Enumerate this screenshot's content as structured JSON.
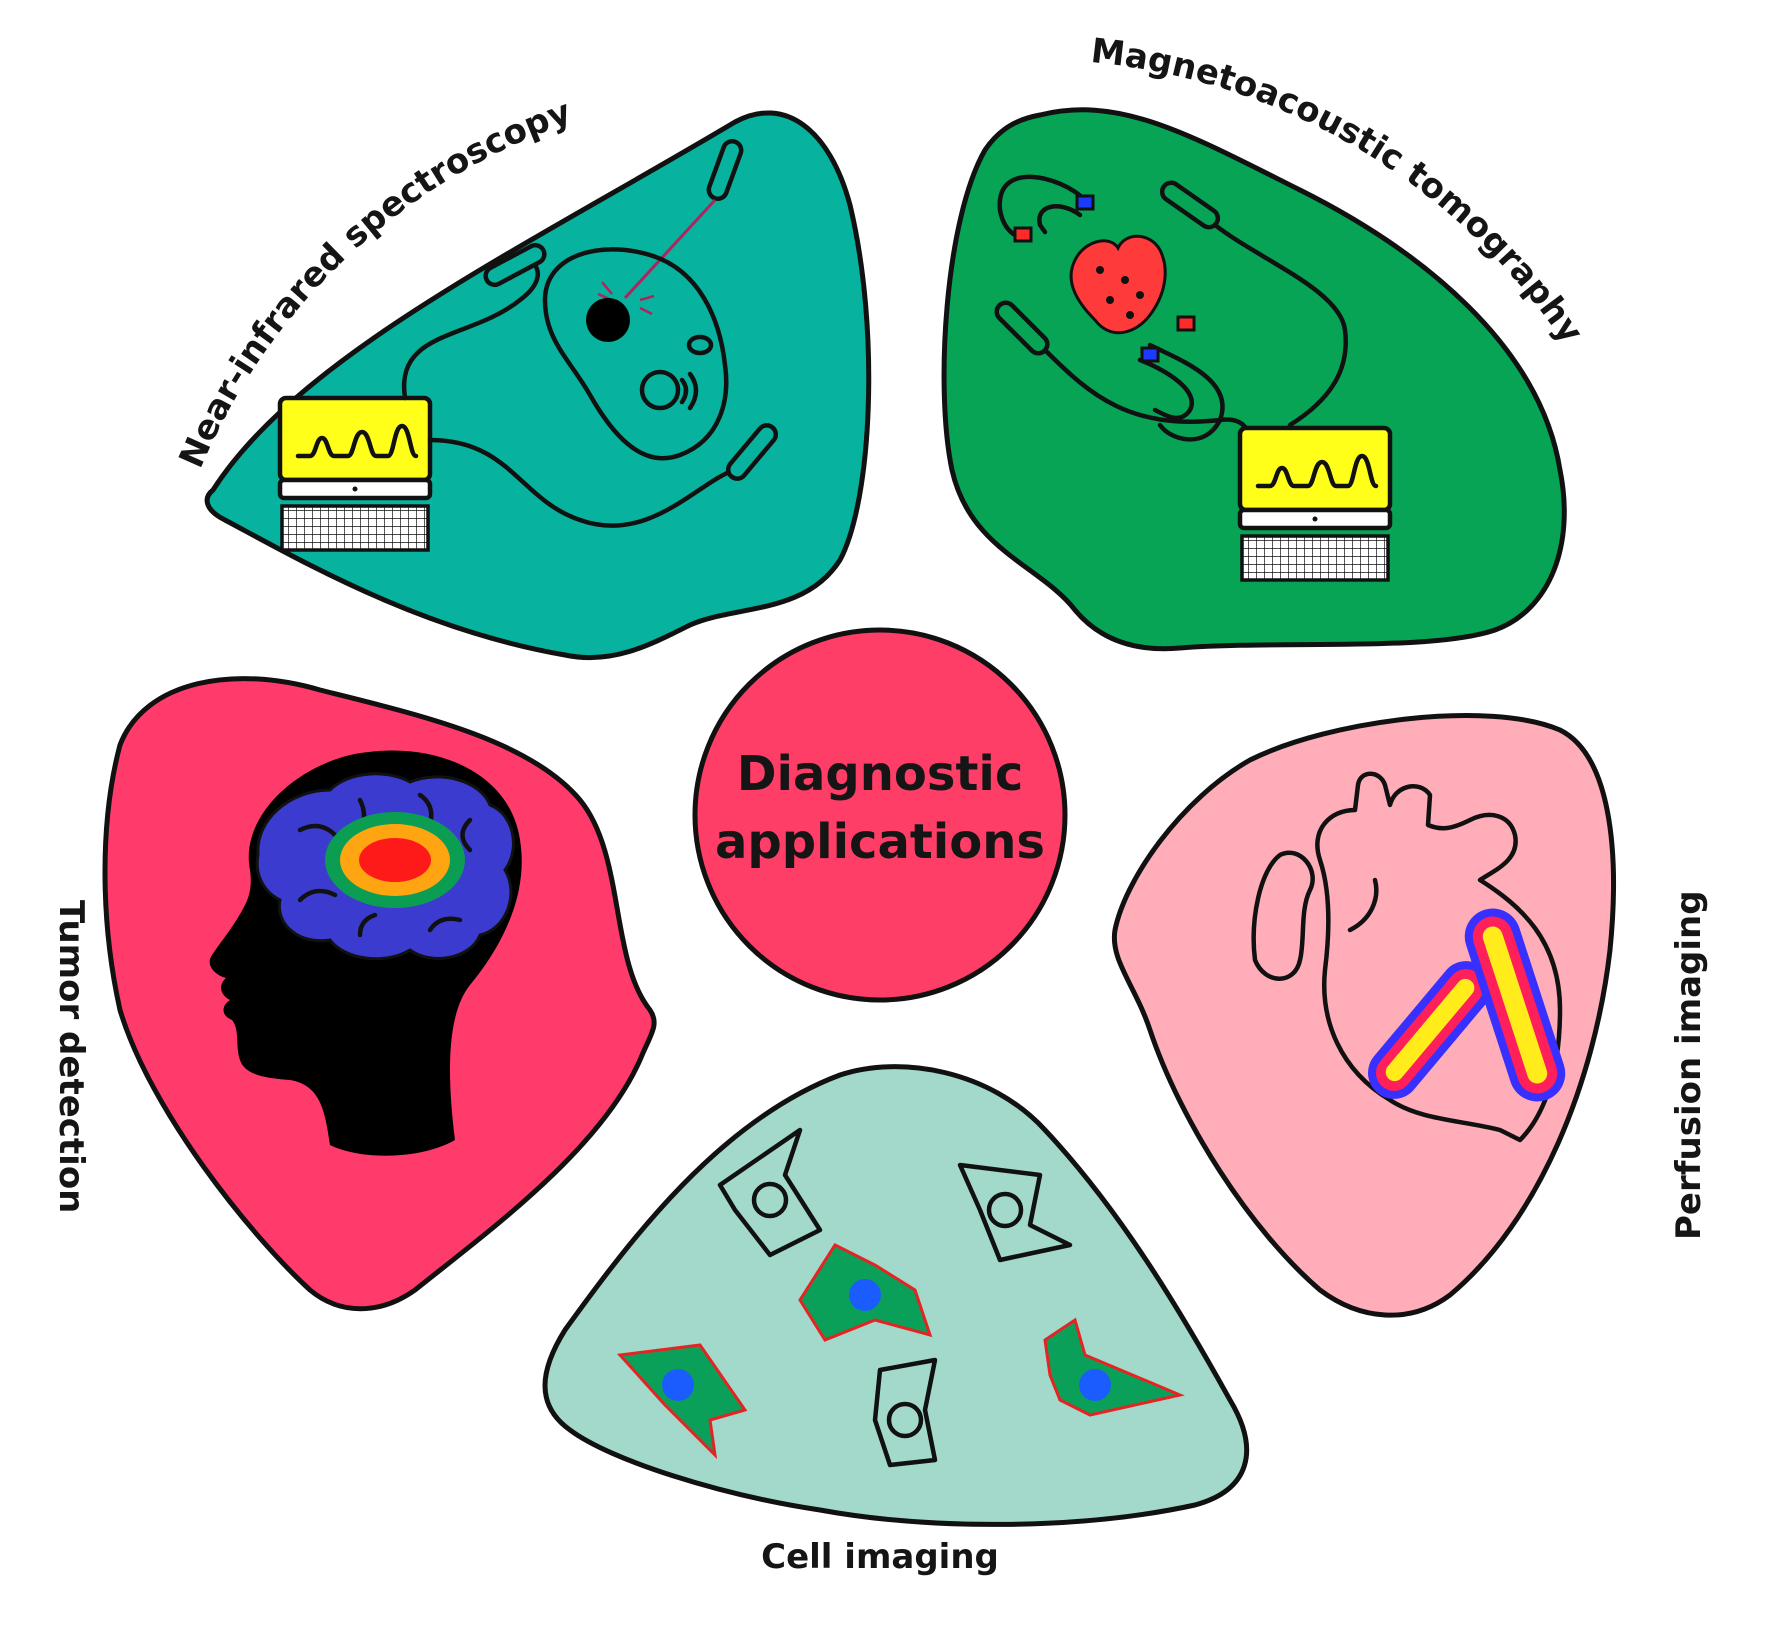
{
  "center": {
    "line1": "Diagnostic",
    "line2": "applications"
  },
  "sections": {
    "nirs": {
      "label": "Near-infrared spectroscopy"
    },
    "mat": {
      "label": "Magnetoacoustic tomography"
    },
    "tumor": {
      "label": "Tumor detection"
    },
    "perf": {
      "label": "Perfusion imaging"
    },
    "cell": {
      "label": "Cell imaging"
    }
  },
  "colors": {
    "nirs_bg": "#07b39e",
    "mat_bg": "#08a456",
    "tumor_bg": "#ff3b6b",
    "perf_bg": "#ffadb8",
    "cell_bg": "#a3d9cb",
    "center": "#ff3e68",
    "screen": "#ffff1a",
    "head": "#000000",
    "brain": "#3b3ccf",
    "cell_fill": "#0aa05a",
    "nucleus": "#1b5cff",
    "outline_red": "#e52323"
  },
  "icons": [
    "laptop-icon",
    "cell-icon",
    "probe-icon",
    "magnet-icon",
    "heart-icon",
    "head-icon",
    "brain-icon",
    "tumor-heatmap-icon",
    "perfusion-heart-icon"
  ]
}
